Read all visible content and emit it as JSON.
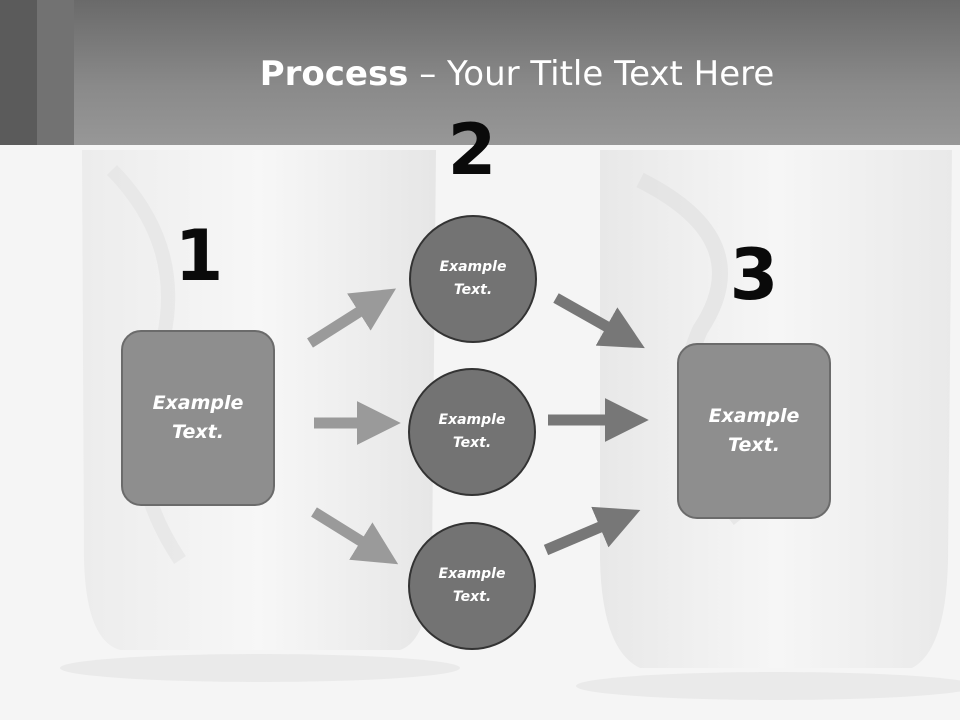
{
  "title": {
    "bold": "Process",
    "rest": " – Your Title Text Here"
  },
  "steps": [
    {
      "number": "1",
      "text": "Example Text."
    },
    {
      "number": "2",
      "texts": [
        "Example Text.",
        "Example Text.",
        "Example Text."
      ]
    },
    {
      "number": "3",
      "text": "Example Text."
    }
  ],
  "colors": {
    "header": "#8a8a8a",
    "box": "#8e8e8e",
    "circle": "#737373",
    "arrow_light": "#9a9a9a",
    "arrow_dark": "#777777"
  }
}
